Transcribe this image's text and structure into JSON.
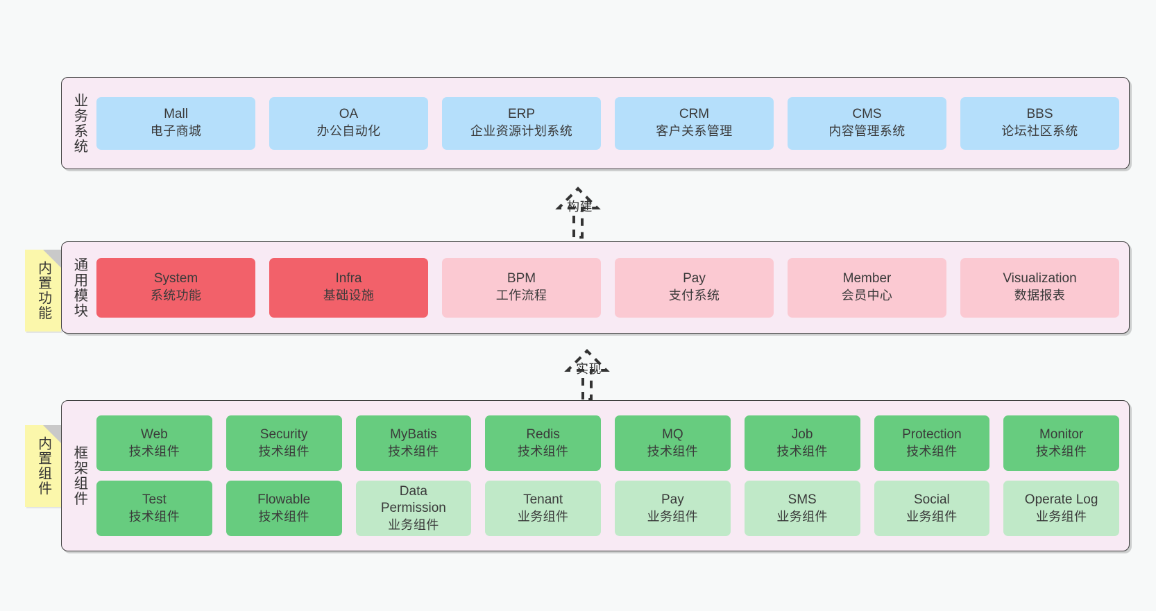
{
  "diagram": {
    "title": "",
    "colors": {
      "background": "#f7f9f9",
      "panel": "#f8eaf4",
      "panel_border": "#3d3d3d",
      "business": "#b5dffb",
      "module_active": "#f2616a",
      "module_planned": "#fbc9d2",
      "framework_tech": "#67cc7f",
      "framework_biz": "#c0e9c8",
      "note": "#fbf7ab",
      "note_fold": "#c9c9c9"
    }
  },
  "layers": [
    {
      "key": "business",
      "title": "业务系统",
      "note": null,
      "rows": [
        {
          "nodes": [
            {
              "en": "Mall",
              "cn": "电子商城",
              "color": "blue"
            },
            {
              "en": "OA",
              "cn": "办公自动化",
              "color": "blue"
            },
            {
              "en": "ERP",
              "cn": "企业资源计划系统",
              "color": "blue"
            },
            {
              "en": "CRM",
              "cn": "客户关系管理",
              "color": "blue"
            },
            {
              "en": "CMS",
              "cn": "内容管理系统",
              "color": "blue"
            },
            {
              "en": "BBS",
              "cn": "论坛社区系统",
              "color": "blue"
            }
          ]
        }
      ]
    },
    {
      "key": "modules",
      "title": "通用模块",
      "note": "内置功能",
      "rows": [
        {
          "nodes": [
            {
              "en": "System",
              "cn": "系统功能",
              "color": "red"
            },
            {
              "en": "Infra",
              "cn": "基础设施",
              "color": "red"
            },
            {
              "en": "BPM",
              "cn": "工作流程",
              "color": "pink"
            },
            {
              "en": "Pay",
              "cn": "支付系统",
              "color": "pink"
            },
            {
              "en": "Member",
              "cn": "会员中心",
              "color": "pink"
            },
            {
              "en": "Visualization",
              "cn": "数据报表",
              "color": "pink"
            }
          ]
        }
      ]
    },
    {
      "key": "framework",
      "title": "框架组件",
      "note": "内置组件",
      "rows": [
        {
          "nodes": [
            {
              "en": "Web",
              "cn": "技术组件",
              "color": "green"
            },
            {
              "en": "Security",
              "cn": "技术组件",
              "color": "green"
            },
            {
              "en": "MyBatis",
              "cn": "技术组件",
              "color": "green"
            },
            {
              "en": "Redis",
              "cn": "技术组件",
              "color": "green"
            },
            {
              "en": "MQ",
              "cn": "技术组件",
              "color": "green"
            },
            {
              "en": "Job",
              "cn": "技术组件",
              "color": "green"
            },
            {
              "en": "Protection",
              "cn": "技术组件",
              "color": "green"
            },
            {
              "en": "Monitor",
              "cn": "技术组件",
              "color": "green"
            }
          ]
        },
        {
          "nodes": [
            {
              "en": "Test",
              "cn": "技术组件",
              "color": "green"
            },
            {
              "en": "Flowable",
              "cn": "技术组件",
              "color": "green"
            },
            {
              "en": "Data Permission",
              "cn": "业务组件",
              "color": "lightgreen"
            },
            {
              "en": "Tenant",
              "cn": "业务组件",
              "color": "lightgreen"
            },
            {
              "en": "Pay",
              "cn": "业务组件",
              "color": "lightgreen"
            },
            {
              "en": "SMS",
              "cn": "业务组件",
              "color": "lightgreen"
            },
            {
              "en": "Social",
              "cn": "业务组件",
              "color": "lightgreen"
            },
            {
              "en": "Operate Log",
              "cn": "业务组件",
              "color": "lightgreen"
            }
          ]
        }
      ]
    }
  ],
  "connectors": [
    {
      "key": "build",
      "label": "构建",
      "from": "modules",
      "to": "business"
    },
    {
      "key": "implement",
      "label": "实现",
      "from": "framework",
      "to": "modules"
    }
  ]
}
